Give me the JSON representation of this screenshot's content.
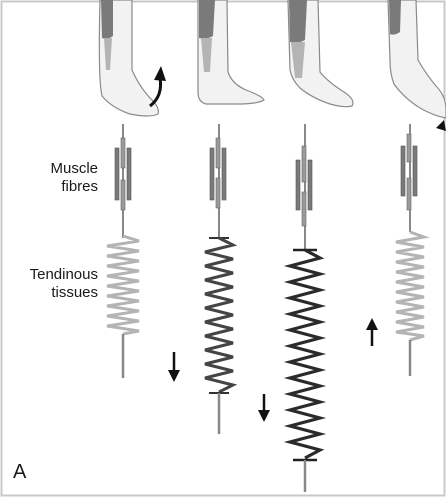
{
  "labels": {
    "muscle_line1": "Muscle",
    "muscle_line2": "fibres",
    "tendon_line1": "Tendinous",
    "tendon_line2": "tissues",
    "panel": "A"
  },
  "colors": {
    "frame": "#c8c8c8",
    "skin": "#f2f2f2",
    "skin_outline": "#8a8a8a",
    "muscle_fill": "#7a7a7a",
    "tendon_light": "#b4b4b4",
    "tendon_dark": "#2a2a2a",
    "arrow": "#111111"
  },
  "stages": [
    {
      "id": 1,
      "foot": "dorsiflexed",
      "tendon_state": "relaxed",
      "arrow": "down"
    },
    {
      "id": 2,
      "foot": "flat",
      "tendon_state": "stretched",
      "arrow": "down"
    },
    {
      "id": 3,
      "foot": "heel-raised",
      "tendon_state": "max-stretched",
      "arrow": "none"
    },
    {
      "id": 4,
      "foot": "toe-off",
      "tendon_state": "recoil",
      "arrow": "up"
    }
  ]
}
